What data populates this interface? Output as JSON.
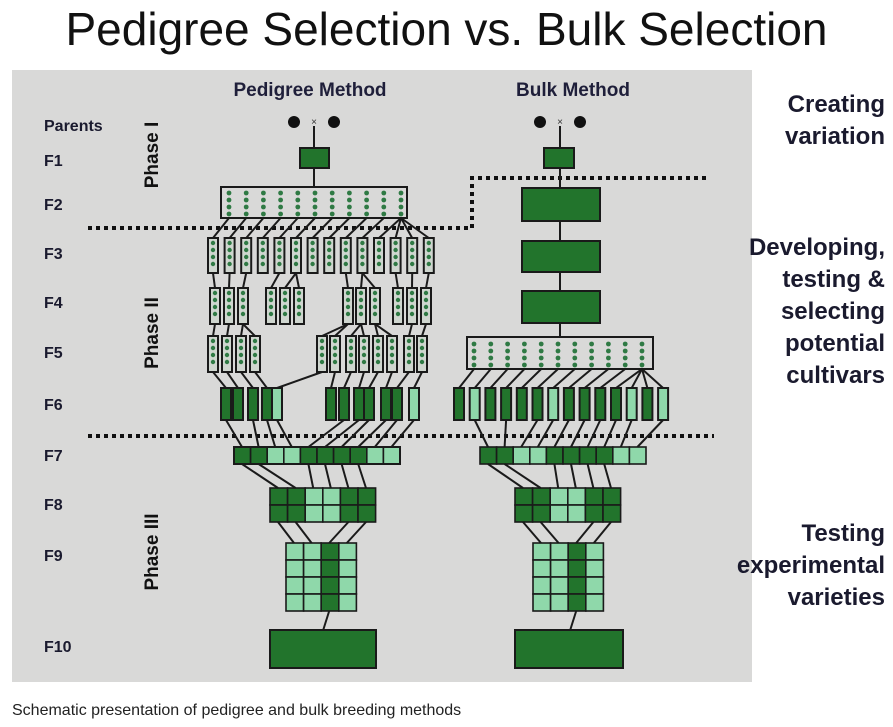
{
  "title": "Pedigree Selection vs. Bulk Selection",
  "caption": "Schematic presentation of pedigree and bulk breeding methods",
  "methods": {
    "pedigree": "Pedigree Method",
    "bulk": "Bulk Method"
  },
  "generations": [
    "Parents",
    "F1",
    "F2",
    "F3",
    "F4",
    "F5",
    "F6",
    "F7",
    "F8",
    "F9",
    "F10"
  ],
  "phases": [
    "Phase I",
    "Phase II",
    "Phase III"
  ],
  "side_labels": {
    "creating": [
      "Creating",
      "variation"
    ],
    "developing": [
      "Developing,",
      "testing &",
      "selecting",
      "potential",
      "cultivars"
    ],
    "testing": [
      "Testing",
      "experimental",
      "varieties"
    ]
  },
  "cross_symbol": "×",
  "colors": {
    "dark_green": "#22742c",
    "light_green": "#8fd8aa",
    "outline": "#1a1a1a",
    "panel": "#d9d9d8"
  },
  "pattern": {
    "f6_pedigree": [
      "d",
      "d",
      "d",
      "d",
      "l",
      "d",
      "d",
      "d",
      "d",
      "d",
      "d",
      "l"
    ],
    "f6_bulk": [
      "d",
      "l",
      "d",
      "d",
      "d",
      "d",
      "l",
      "d",
      "d",
      "d",
      "d",
      "l",
      "d",
      "l"
    ],
    "f7": [
      "d",
      "d",
      "l",
      "l",
      "d",
      "d",
      "d",
      "d",
      "l",
      "l"
    ],
    "f8": [
      "d",
      "d",
      "l",
      "l",
      "d",
      "d"
    ],
    "f9": [
      "l",
      "l",
      "d",
      "l"
    ]
  }
}
